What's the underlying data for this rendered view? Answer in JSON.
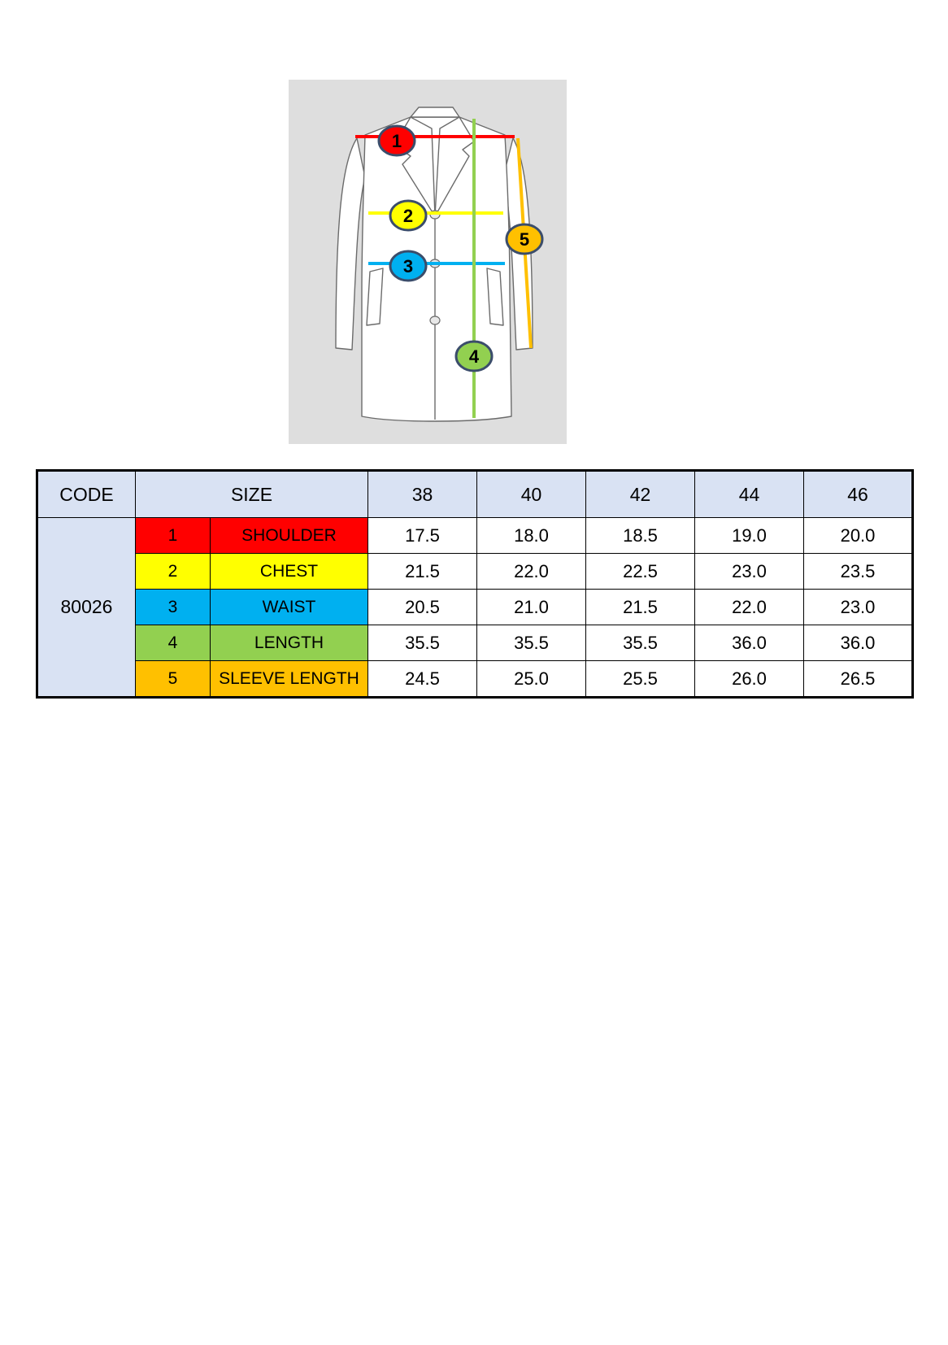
{
  "figure": {
    "badges": [
      "1",
      "2",
      "3",
      "4",
      "5"
    ],
    "colors": {
      "shoulder": "#ff0000",
      "chest": "#ffff00",
      "waist": "#00b0f0",
      "length": "#92d050",
      "sleeve": "#ffc000"
    }
  },
  "table": {
    "headers": {
      "code": "CODE",
      "size": "SIZE",
      "sizes": [
        "38",
        "40",
        "42",
        "44",
        "46"
      ]
    },
    "code": "80026",
    "rows": [
      {
        "num": "1",
        "label": "SHOULDER",
        "color": "#ff0000",
        "values": [
          "17.5",
          "18.0",
          "18.5",
          "19.0",
          "20.0"
        ]
      },
      {
        "num": "2",
        "label": "CHEST",
        "color": "#ffff00",
        "values": [
          "21.5",
          "22.0",
          "22.5",
          "23.0",
          "23.5"
        ]
      },
      {
        "num": "3",
        "label": "WAIST",
        "color": "#00b0f0",
        "values": [
          "20.5",
          "21.0",
          "21.5",
          "22.0",
          "23.0"
        ]
      },
      {
        "num": "4",
        "label": "LENGTH",
        "color": "#92d050",
        "values": [
          "35.5",
          "35.5",
          "35.5",
          "36.0",
          "36.0"
        ]
      },
      {
        "num": "5",
        "label": "SLEEVE LENGTH",
        "color": "#ffc000",
        "values": [
          "24.5",
          "25.0",
          "25.5",
          "26.0",
          "26.5"
        ]
      }
    ],
    "header_bg": "#d9e2f3"
  }
}
